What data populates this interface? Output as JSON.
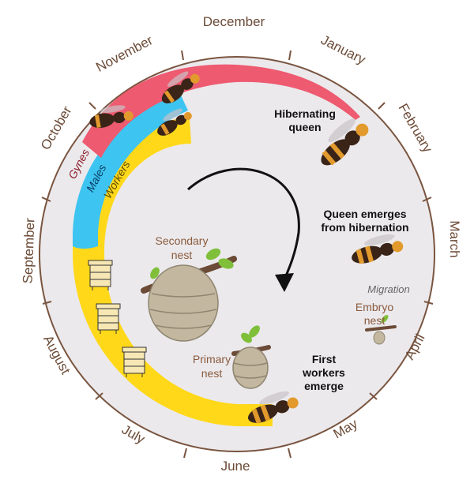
{
  "months": [
    "December",
    "January",
    "February",
    "March",
    "April",
    "May",
    "June",
    "July",
    "August",
    "September",
    "October",
    "November"
  ],
  "bands": {
    "gynes": "Gynes",
    "males": "Males",
    "workers": "Workers"
  },
  "events": {
    "hibernating_line1": "Hibernating",
    "hibernating_line2": "queen",
    "emerges_line1": "Queen emerges",
    "emerges_line2": "from hibernation",
    "workers_line1": "First",
    "workers_line2": "workers",
    "workers_line3": "emerge"
  },
  "nests": {
    "secondary_line1": "Secondary",
    "secondary_line2": "nest",
    "primary_line1": "Primary",
    "primary_line2": "nest",
    "embryo_line1": "Embryo",
    "embryo_line2": "nest",
    "migration": "Migration"
  },
  "colors": {
    "gynes": "#ee5a70",
    "males": "#3ec4f0",
    "workers": "#ffd81a",
    "circle_fill": "#ebe9ec",
    "circle_stroke": "#7a5540"
  }
}
